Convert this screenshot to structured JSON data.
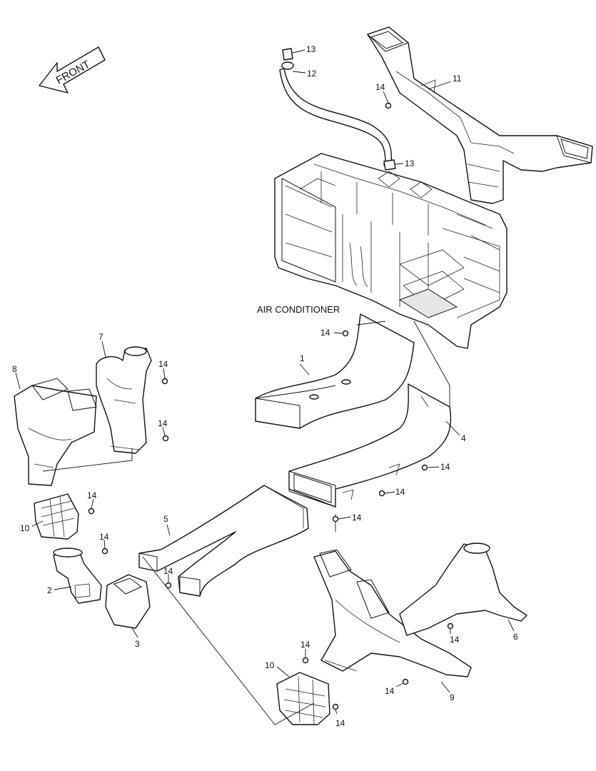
{
  "front_label": "FRONT",
  "unit_label": "AIR CONDITIONER",
  "callouts": [
    "1",
    "2",
    "3",
    "4",
    "5",
    "6",
    "7",
    "8",
    "9",
    "10",
    "10",
    "11",
    "12",
    "13",
    "13",
    "14",
    "14",
    "14",
    "14",
    "14",
    "14",
    "14",
    "14",
    "14",
    "14",
    "14",
    "14",
    "14"
  ]
}
